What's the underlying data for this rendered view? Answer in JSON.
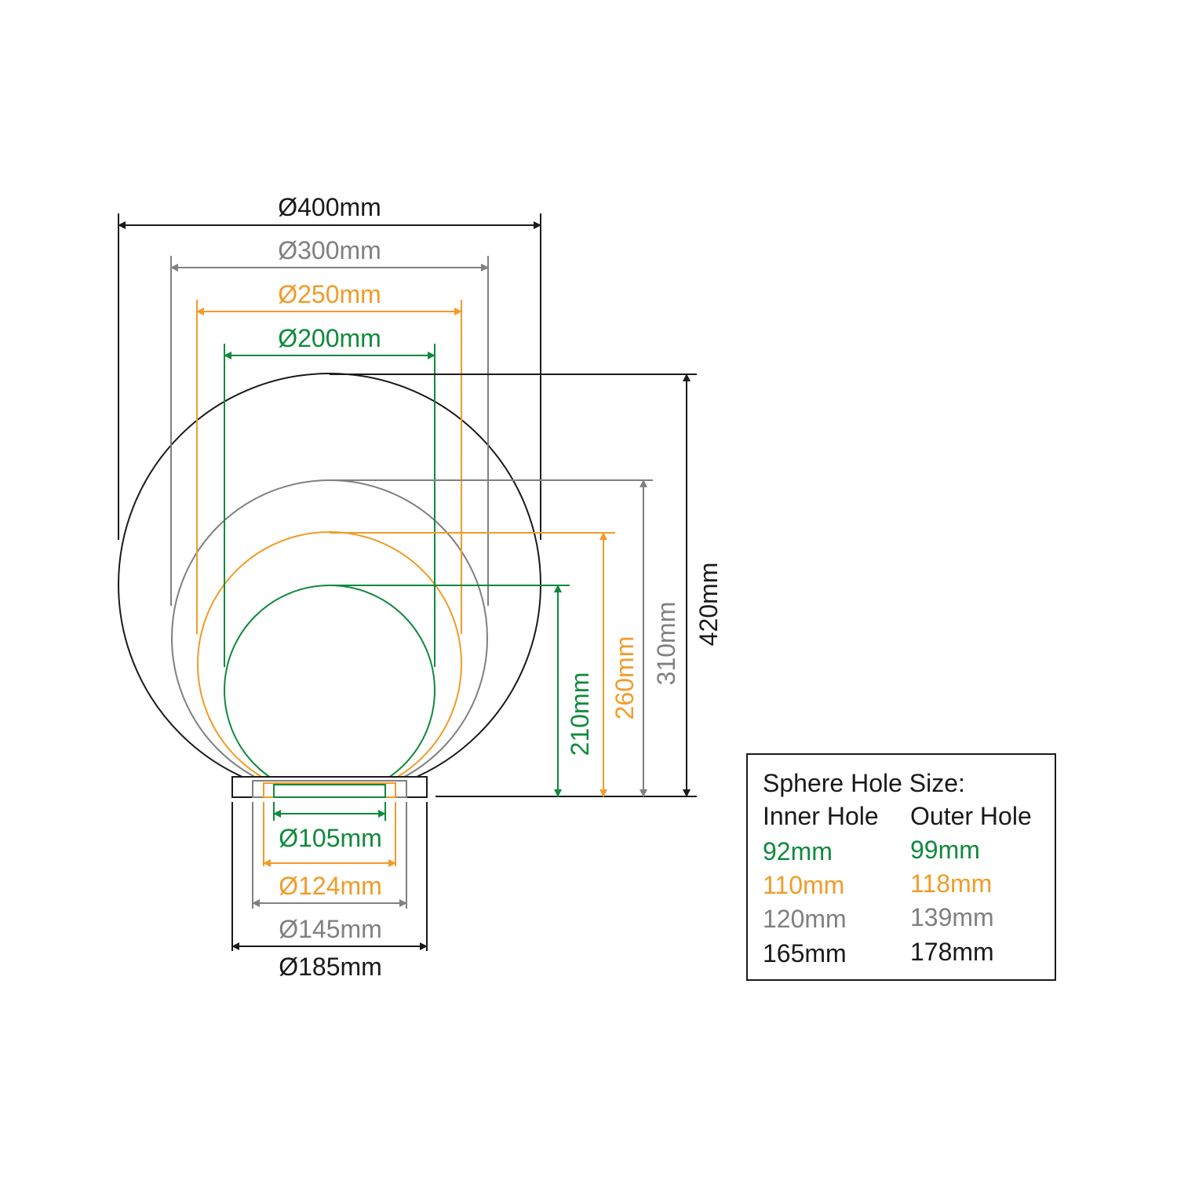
{
  "colors": {
    "black": "#1a1a1a",
    "grey": "#808080",
    "orange": "#f29b28",
    "green": "#0f8a3c"
  },
  "dimensions": {
    "sphere_diameters": [
      {
        "label": "Ø400mm",
        "color": "black"
      },
      {
        "label": "Ø300mm",
        "color": "grey"
      },
      {
        "label": "Ø250mm",
        "color": "orange"
      },
      {
        "label": "Ø200mm",
        "color": "green"
      }
    ],
    "heights": [
      {
        "label": "210mm",
        "color": "green"
      },
      {
        "label": "260mm",
        "color": "orange"
      },
      {
        "label": "310mm",
        "color": "grey"
      },
      {
        "label": "420mm",
        "color": "black"
      }
    ],
    "base_diameters": [
      {
        "label": "Ø105mm",
        "color": "green"
      },
      {
        "label": "Ø124mm",
        "color": "orange"
      },
      {
        "label": "Ø145mm",
        "color": "grey"
      },
      {
        "label": "Ø185mm",
        "color": "black"
      }
    ]
  },
  "legend": {
    "title": "Sphere Hole Size:",
    "inner_header": "Inner Hole",
    "outer_header": "Outer Hole",
    "rows": [
      {
        "inner": "92mm",
        "outer": "99mm",
        "color": "green"
      },
      {
        "inner": "110mm",
        "outer": "118mm",
        "color": "orange"
      },
      {
        "inner": "120mm",
        "outer": "139mm",
        "color": "grey"
      },
      {
        "inner": "165mm",
        "outer": "178mm",
        "color": "black"
      }
    ]
  }
}
